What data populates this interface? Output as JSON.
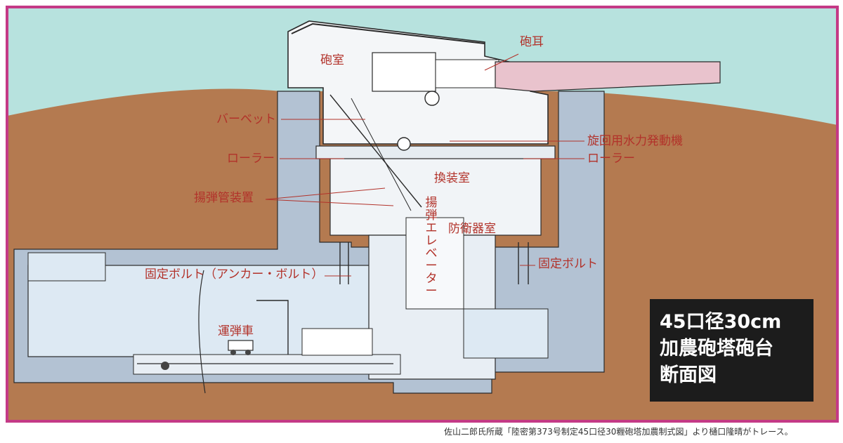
{
  "title": {
    "line1": "45口径30cm",
    "line2": "加農砲塔砲台",
    "line3": "断面図"
  },
  "labels": {
    "gun_room": "砲室",
    "trunnion": "砲耳",
    "barbette": "バーベット",
    "traverse_engine": "旋回用水力発動機",
    "roller_left": "ローラー",
    "roller_right": "ローラー",
    "loading_room": "換装室",
    "hoist_device": "揚弾管装置",
    "ammo_elevator": "揚弾エレベーター",
    "defense_room": "防衛器室",
    "anchor_bolt": "固定ボルト（アンカー・ボルト）",
    "fixed_bolt": "固定ボルト",
    "ammo_cart": "運弾車"
  },
  "caption": "佐山二郎氏所蔵「陸密第373号制定45口径30糎砲塔加農制式図」より樋口隆晴がトレース。",
  "colors": {
    "sky": "#b7e2de",
    "earth": "#b47a50",
    "concrete": "#b3c2d3",
    "interior": "#dde9f3",
    "outline": "#2a2a2a",
    "frame": "#c43a86",
    "barrel": "#e9c3cd",
    "label": "#b2322a",
    "title_bg": "#1c1c1c"
  }
}
